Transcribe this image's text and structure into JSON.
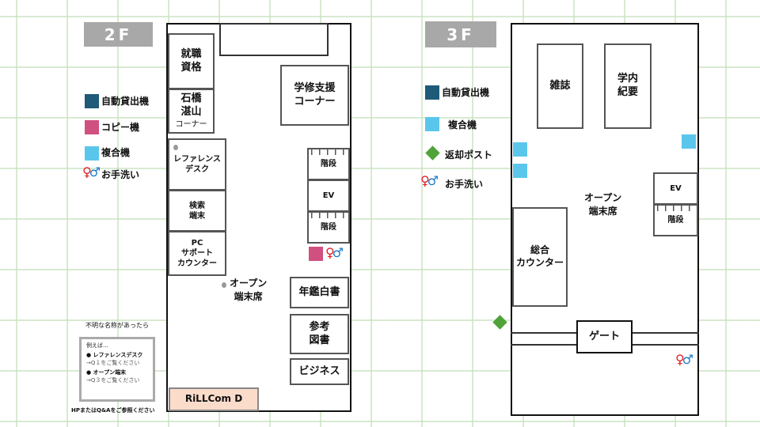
{
  "colors": {
    "lending": "#1f5a78",
    "copy": "#d0507f",
    "multi": "#5bc6ec",
    "return": "#4fa33a",
    "rillcom": "#fbdccb"
  },
  "floor2": {
    "tab": "2F",
    "legend": {
      "lending": "自動貸出機",
      "copy": "コピー機",
      "multi": "複合機",
      "restroom": "お手洗い"
    },
    "rooms": {
      "shushoku": "就職\n資格",
      "ishibashi": "石橋\n湛山",
      "ishibashi_sub": "コーナー",
      "gakushu": "学修支援\nコーナー",
      "reference": "レファレンス\nデスク",
      "search": "検索\n端末",
      "pc": "PC\nサポート\nカウンター",
      "stairs1": "階段",
      "ev": "EV",
      "stairs2": "階段",
      "open": "オープン\n端末席",
      "nenkan": "年鑑白書",
      "sanko": "参考\n図書",
      "business": "ビジネス",
      "rillcom": "RiLLCom D"
    },
    "note": {
      "title": "不明な名称があったら",
      "example": "例えば…",
      "item1": "レファレンスデスク",
      "item1_hint": "→Q１をご覧ください",
      "item2": "オープン端末",
      "item2_hint": "→Q３をご覧ください",
      "footer": "HPまたはQ&Aをご参照ください"
    }
  },
  "floor3": {
    "tab": "3F",
    "legend": {
      "lending": "自動貸出機",
      "multi": "複合機",
      "return": "返却ポスト",
      "restroom": "お手洗い"
    },
    "rooms": {
      "magazine": "雑誌",
      "kiyo": "学内\n紀要",
      "ev": "EV",
      "stairs": "階段",
      "open": "オープン\n端末席",
      "counter": "総合\nカウンター",
      "gate": "ゲート"
    }
  }
}
